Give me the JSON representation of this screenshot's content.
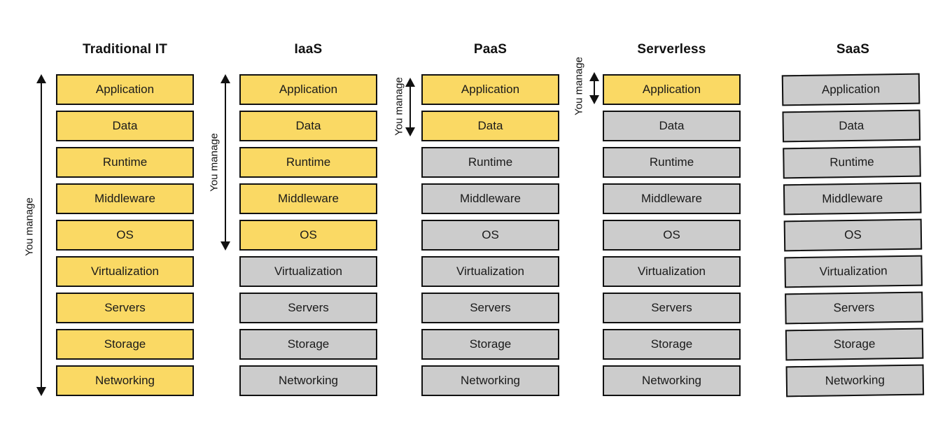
{
  "manage_label": "You manage",
  "layers": [
    "Application",
    "Data",
    "Runtime",
    "Middleware",
    "OS",
    "Virtualization",
    "Servers",
    "Storage",
    "Networking"
  ],
  "columns": [
    {
      "title": "Traditional IT",
      "you_manage_layers": 9,
      "has_arrow": true
    },
    {
      "title": "IaaS",
      "you_manage_layers": 5,
      "has_arrow": true
    },
    {
      "title": "PaaS",
      "you_manage_layers": 2,
      "has_arrow": true
    },
    {
      "title": "Serverless",
      "you_manage_layers": 1,
      "has_arrow": true
    },
    {
      "title": "SaaS",
      "you_manage_layers": 0,
      "has_arrow": false
    }
  ],
  "colors": {
    "managed_fill": "#FAD964",
    "provider_fill": "#CCCCCC",
    "box_border": "#111111",
    "text": "#1A1A1A"
  }
}
